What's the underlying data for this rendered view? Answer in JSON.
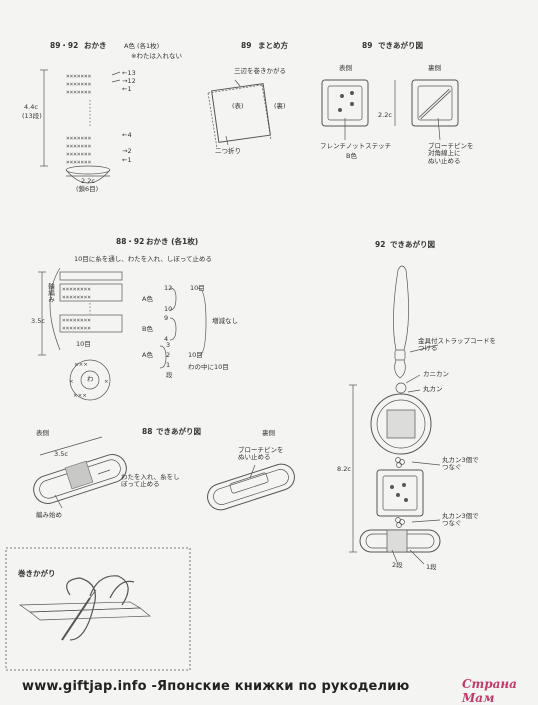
{
  "pattern_89_92": {
    "header_num": "89・92",
    "header_title": "おかき",
    "color_label": "A色 (各1枚)",
    "note": "※わたは入れない",
    "height_dim": "4.4c",
    "height_rows": "(13段)",
    "width_dim": "2.2c",
    "chain_count": "(鎖6目)",
    "row_labels": [
      "←13",
      "→12",
      "←1",
      "←4",
      "→2",
      "←1"
    ]
  },
  "assembly_89": {
    "header_num": "89",
    "header_title": "まとめ方",
    "note_top": "三辺を巻きかがる",
    "front": "(表)",
    "back": "(裏)",
    "fold": "二つ折り"
  },
  "finished_89": {
    "header_num": "89",
    "header_title": "できあがり図",
    "front_label": "表側",
    "back_label": "裏側",
    "dim": "2.2c",
    "stitch_note": "フレンチノットステッチ",
    "stitch_color": "B色",
    "pin_note": "ブローチピンを\n対角線上に\nぬい止める"
  },
  "pattern_88_92": {
    "header_num": "88・92",
    "header_title": "おかき (各1枚)",
    "instruction": "10目に糸を通し、わたを入れ、しぼって止める",
    "ring_label": "輪編み",
    "height_dim": "3.5c",
    "base_count": "10目",
    "center_label": "わ",
    "row_groups": [
      {
        "color": "A色",
        "rows": [
          "12",
          "10"
        ],
        "count": "10目"
      },
      {
        "color": "B色",
        "rows": [
          "9",
          "4"
        ]
      },
      {
        "color": "A色",
        "rows": [
          "3",
          "2",
          "1"
        ],
        "count": "10目"
      }
    ],
    "no_change": "増減なし",
    "ring_note": "わの中に10目",
    "row_unit": "段"
  },
  "finished_88": {
    "header_num": "88",
    "header_title": "できあがり図",
    "front_label": "表側",
    "back_label": "裏側",
    "dim": "3.5c",
    "stuff_note": "わたを入れ、糸をしぼって止める",
    "start_label": "編み始め",
    "pin_note": "ブローチピンを\nぬい止める"
  },
  "finished_92": {
    "header_num": "92",
    "header_title": "できあがり図",
    "strap_note": "金具付ストラップコードをつける",
    "lobster": "カニカン",
    "jump_ring": "丸カン",
    "jump3a": "丸カン3個で\nつなぐ",
    "jump3b": "丸カン3個で\nつなぐ",
    "length": "8.2c",
    "rows_a": "2段",
    "rows_b": "1段"
  },
  "whipstitch": {
    "title": "巻きかがり"
  },
  "footer": {
    "site": "www.giftjap.info -Японские книжки по рукоделию",
    "watermark": "Страна Мам"
  }
}
